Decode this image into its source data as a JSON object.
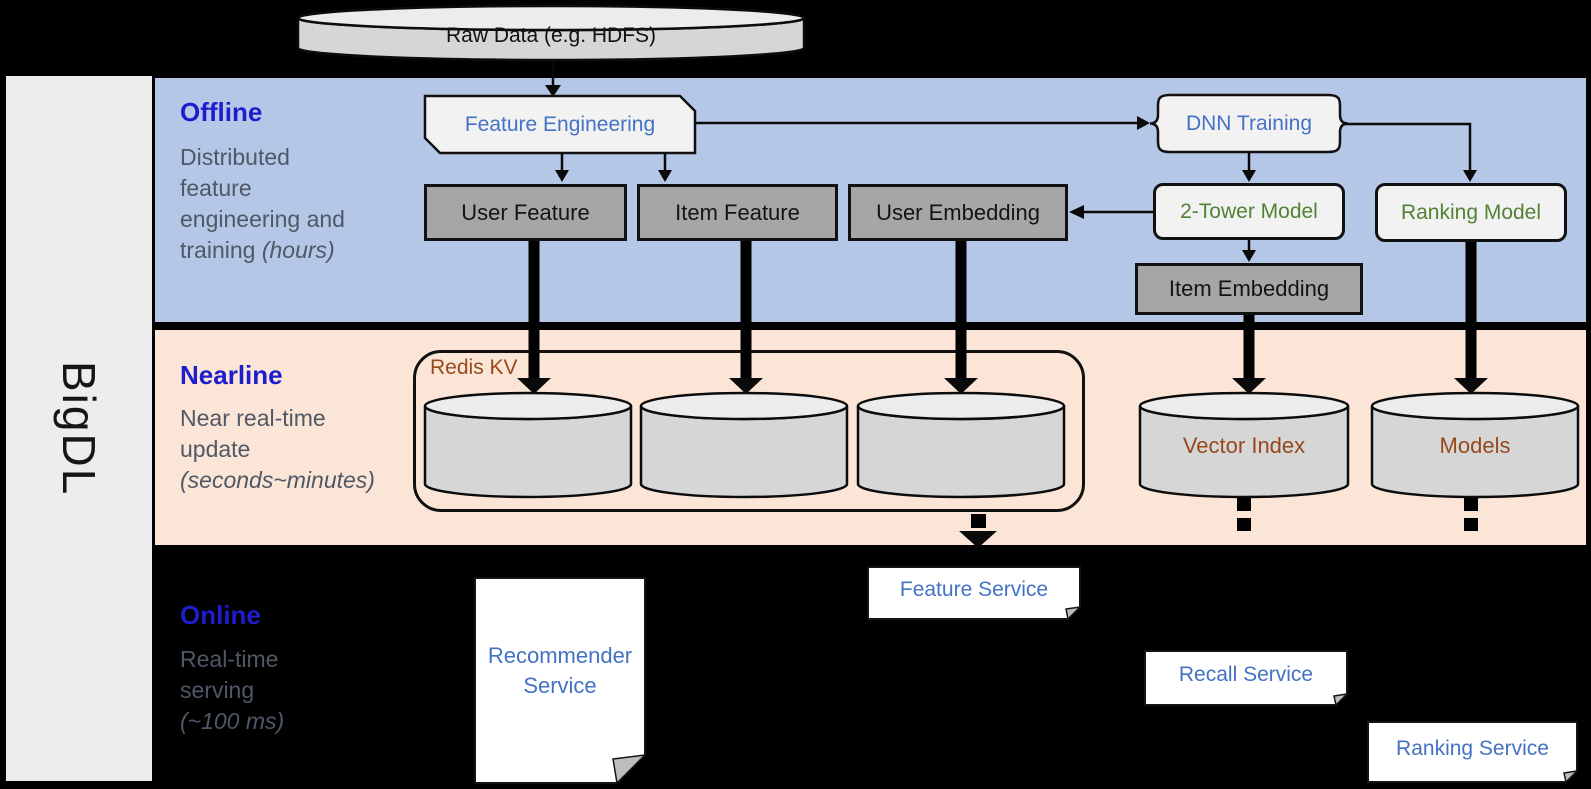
{
  "sidebar": {
    "brand": "BigDL"
  },
  "raw_data": {
    "label": "Raw Data (e.g. HDFS)"
  },
  "offline": {
    "title": "Offline",
    "subtitle_line1": "Distributed",
    "subtitle_line2": "feature",
    "subtitle_line3": "engineering and",
    "subtitle_line4": "training ",
    "subtitle_line4_italic": "(hours)",
    "feature_engineering": "Feature Engineering",
    "dnn_training": "DNN Training",
    "user_feature": "User Feature",
    "item_feature": "Item Feature",
    "user_embedding": "User Embedding",
    "two_tower_model": "2-Tower Model",
    "ranking_model": "Ranking Model",
    "item_embedding": "Item Embedding"
  },
  "nearline": {
    "title": "Nearline",
    "subtitle_line1": "Near real-time",
    "subtitle_line2": "update",
    "subtitle_line3_italic": "(seconds~minutes)",
    "redis_kv": "Redis KV",
    "vector_index": "Vector Index",
    "models": "Models"
  },
  "online": {
    "title": "Online",
    "subtitle_line1": "Real-time",
    "subtitle_line2": "serving",
    "subtitle_line3_italic": "(~100 ms)",
    "recommender_service_line1": "Recommender",
    "recommender_service_line2": "Service",
    "feature_service": "Feature Service",
    "recall_service": "Recall Service",
    "ranking_service": "Ranking Service"
  },
  "colors": {
    "offline_bg": "#b4c7e7",
    "nearline_bg": "#fbe5d6",
    "online_bg": "#000000",
    "section_title": "#1d1dce",
    "subtitle_text": "#4f5866",
    "box_blue_text": "#4472c4",
    "model_green_text": "#548235",
    "storage_rust_text": "#96491c",
    "gray_box_fill": "#a6a6a6",
    "light_shape_fill": "#f2f2f2",
    "cylinder_fill": "#d6d6d6",
    "sidebar_fill": "#ededed"
  }
}
